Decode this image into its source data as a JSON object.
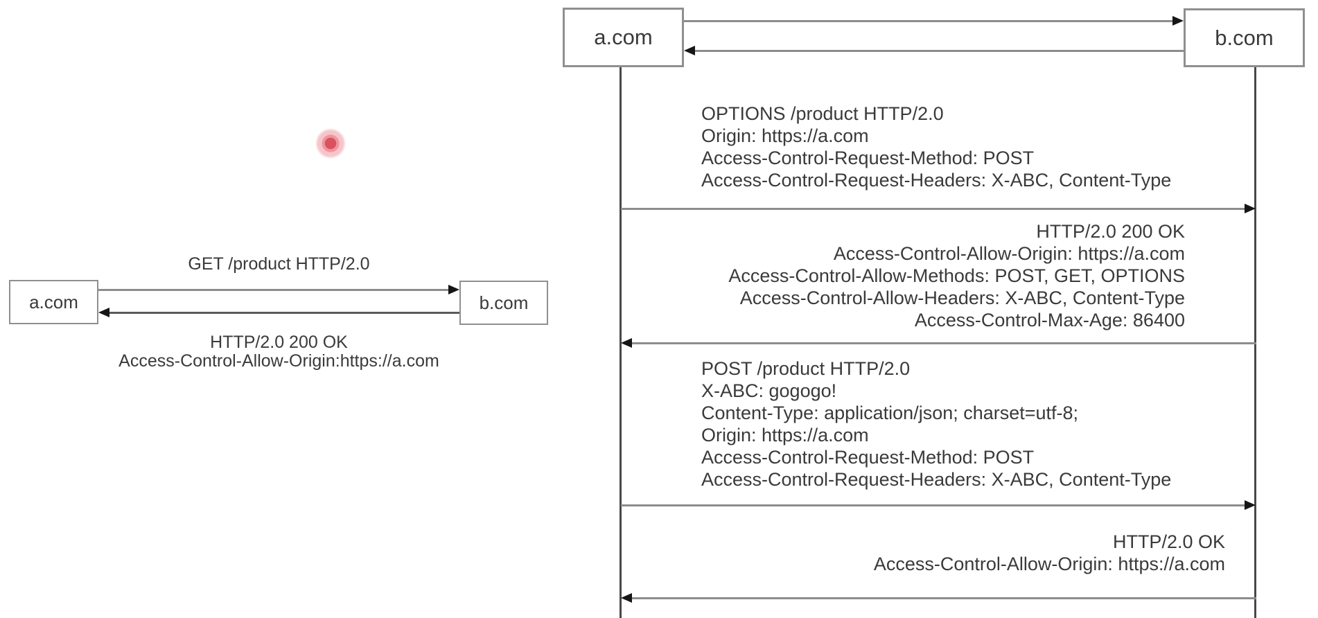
{
  "canvas": {
    "background": "#ffffff"
  },
  "simple_diagram": {
    "actor_a": "a.com",
    "actor_b": "b.com",
    "request_label": "GET /product HTTP/2.0",
    "response_lines": [
      "HTTP/2.0 200 OK",
      "Access-Control-Allow-Origin:https://a.com"
    ]
  },
  "preflight_diagram": {
    "actor_a": "a.com",
    "actor_b": "b.com",
    "preflight_request_lines": [
      "OPTIONS /product HTTP/2.0",
      "Origin: https://a.com",
      "Access-Control-Request-Method: POST",
      "Access-Control-Request-Headers: X-ABC, Content-Type"
    ],
    "preflight_response_lines": [
      "HTTP/2.0 200 OK",
      "Access-Control-Allow-Origin: https://a.com",
      "Access-Control-Allow-Methods: POST, GET, OPTIONS",
      "Access-Control-Allow-Headers: X-ABC, Content-Type",
      "Access-Control-Max-Age: 86400"
    ],
    "main_request_lines": [
      "POST /product HTTP/2.0",
      "X-ABC: gogogo!",
      "Content-Type: application/json; charset=utf-8;",
      "Origin: https://a.com",
      "Access-Control-Request-Method: POST",
      "Access-Control-Request-Headers: X-ABC, Content-Type"
    ],
    "main_response_lines": [
      "HTTP/2.0 OK",
      "Access-Control-Allow-Origin: https://a.com"
    ]
  },
  "pointer": {
    "core_color": "#d9525e",
    "halo_color": "#f6c5ca"
  }
}
